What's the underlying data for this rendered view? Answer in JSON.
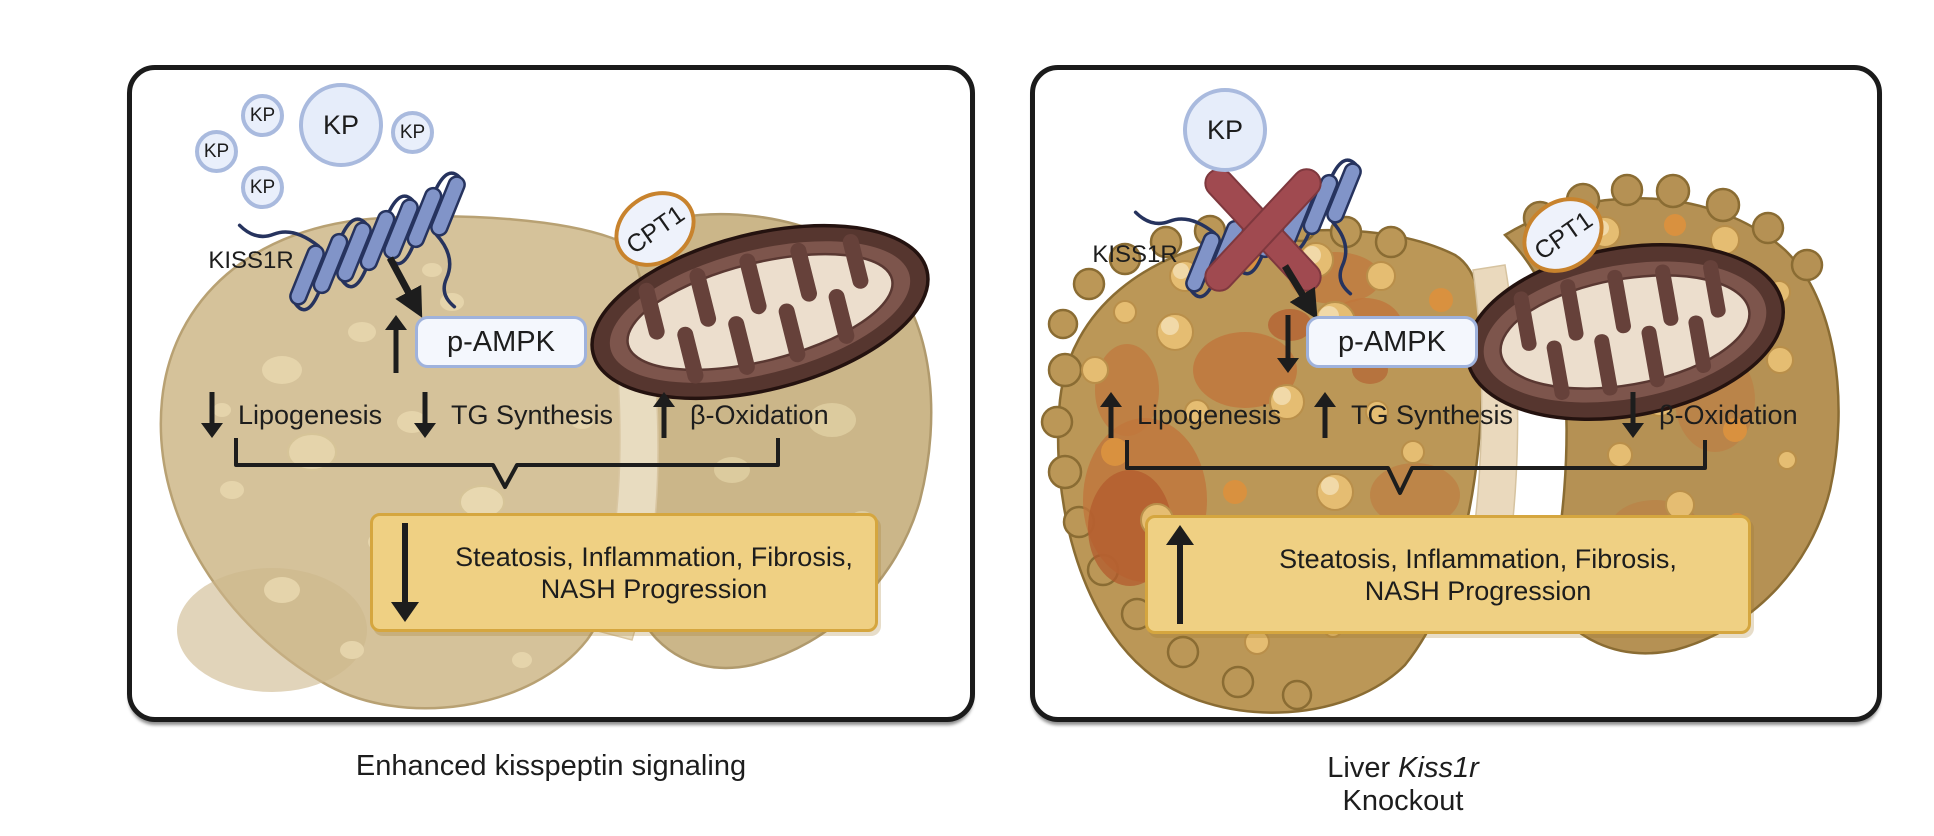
{
  "palette": {
    "panel_border": "#1b1b1b",
    "text": "#1d1d1d",
    "kp_fill": "#e9effb",
    "kp_border": "#a9bade",
    "receptor_helix": "#8194c8",
    "receptor_outline": "#26335e",
    "ampk_fill": "#f4f7fd",
    "ampk_border": "#9fb2dc",
    "cpt1_ring": "#c8832d",
    "mito_outer": "#56362f",
    "mito_matrix": "#ecdecd",
    "healthy_liver": "#d5c29a",
    "fatty_liver": "#bb9757",
    "outcome_fill": "#efd083",
    "outcome_border": "#d5a63f",
    "knockout_cross": "#a04a50",
    "arrow": "#1d1d1d"
  },
  "panels": [
    {
      "caption": "Enhanced kisspeptin signaling",
      "kp_label": "KP",
      "receptor_label": "KISS1R",
      "kinase_label": "p-AMPK",
      "kinase_direction": "up",
      "transporter_label": "CPT1",
      "effects": [
        {
          "label": "Lipogenesis",
          "direction": "down"
        },
        {
          "label": "TG Synthesis",
          "direction": "down"
        },
        {
          "label": "β-Oxidation",
          "direction": "up"
        }
      ],
      "outcome": {
        "direction": "down",
        "line1": "Steatosis, Inflammation, Fibrosis,",
        "line2": "NASH Progression"
      }
    },
    {
      "caption_line1_plain": "Liver",
      "caption_line1_italic": "Kiss1r",
      "caption_line2": "Knockout",
      "kp_label": "KP",
      "receptor_label": "KISS1R",
      "kinase_label": "p-AMPK",
      "kinase_direction": "down",
      "transporter_label": "CPT1",
      "effects": [
        {
          "label": "Lipogenesis",
          "direction": "up"
        },
        {
          "label": "TG Synthesis",
          "direction": "up"
        },
        {
          "label": "β-Oxidation",
          "direction": "down"
        }
      ],
      "outcome": {
        "direction": "up",
        "line1": "Steatosis, Inflammation, Fibrosis,",
        "line2": "NASH Progression"
      }
    }
  ]
}
